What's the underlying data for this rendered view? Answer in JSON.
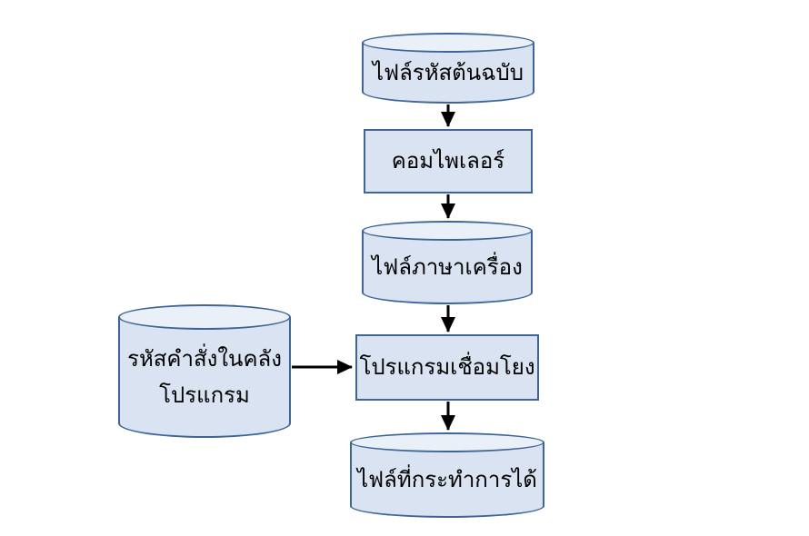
{
  "colors": {
    "canvas_bg": "#ffffff",
    "shape_fill": "#d9e3f2",
    "shape_fill_top": "#eaf0f8",
    "shape_stroke": "#3e6596",
    "arrow_color": "#000000",
    "text_color": "#000000"
  },
  "nodes": {
    "source_file": {
      "shape": "cylinder",
      "label": "ไฟล์รหัสต้นฉบับ"
    },
    "compiler": {
      "shape": "rectangle",
      "label": "คอมไพเลอร์"
    },
    "machine_file": {
      "shape": "cylinder",
      "label": "ไฟล์ภาษาเครื่อง"
    },
    "library": {
      "shape": "cylinder",
      "lines": [
        "รหัสคำสั่งในคลัง",
        "โปรแกรม"
      ]
    },
    "linker": {
      "shape": "rectangle",
      "label": "โปรแกรมเชื่อมโยง"
    },
    "executable": {
      "shape": "cylinder",
      "label": "ไฟล์ที่กระทำการได้"
    }
  },
  "edges": [
    {
      "from": "source_file",
      "to": "compiler"
    },
    {
      "from": "compiler",
      "to": "machine_file"
    },
    {
      "from": "machine_file",
      "to": "linker"
    },
    {
      "from": "library",
      "to": "linker"
    },
    {
      "from": "linker",
      "to": "executable"
    }
  ]
}
